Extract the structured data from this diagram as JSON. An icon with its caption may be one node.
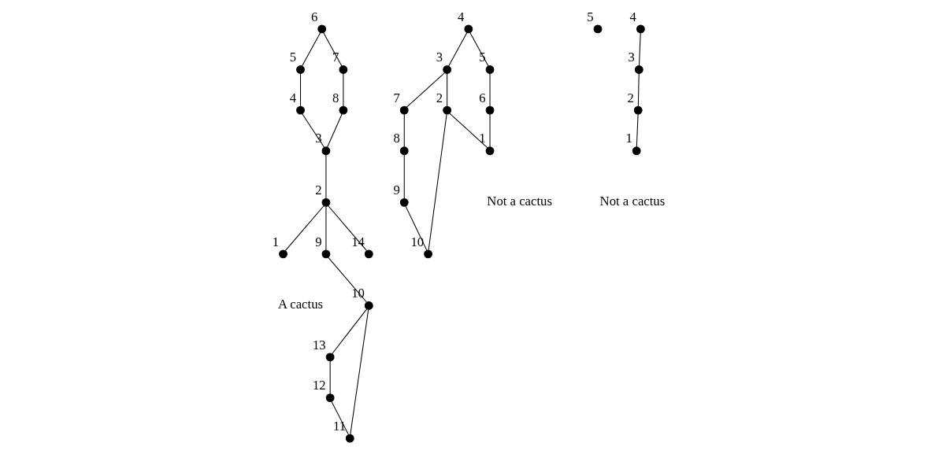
{
  "diagram": {
    "nodes": [
      {
        "text": [],
        "shape": "circle",
        "beside": [
          "1"
        ]
      },
      {
        "text": [],
        "shape": "circle",
        "beside": [
          "2"
        ]
      },
      {
        "text": [],
        "shape": "circle",
        "beside": [
          "3"
        ]
      },
      {
        "text": [],
        "shape": "circle",
        "beside": [
          "4"
        ]
      },
      {
        "text": [],
        "shape": "circle",
        "beside": [
          "5"
        ]
      },
      {
        "text": [],
        "shape": "circle",
        "beside": [
          "6"
        ]
      },
      {
        "text": [],
        "shape": "circle",
        "beside": [
          "7"
        ]
      },
      {
        "text": [],
        "shape": "circle",
        "beside": [
          "8"
        ]
      },
      {
        "text": [],
        "shape": "circle",
        "beside": [
          "9"
        ]
      },
      {
        "text": [],
        "shape": "circle",
        "beside": [
          "10"
        ]
      },
      {
        "text": [],
        "shape": "circle",
        "beside": [
          "11"
        ]
      },
      {
        "text": [],
        "shape": "circle",
        "beside": [
          "12"
        ]
      },
      {
        "text": [],
        "shape": "circle",
        "beside": [
          "13"
        ]
      },
      {
        "text": [],
        "shape": "circle",
        "beside": [
          "14"
        ]
      },
      {
        "text": [],
        "shape": "circle",
        "beside": [
          "1"
        ]
      },
      {
        "text": [],
        "shape": "circle",
        "beside": [
          "2"
        ]
      },
      {
        "text": [],
        "shape": "circle",
        "beside": [
          "3"
        ]
      },
      {
        "text": [],
        "shape": "circle",
        "beside": [
          "4"
        ]
      },
      {
        "text": [],
        "shape": "circle",
        "beside": [
          "5"
        ]
      },
      {
        "text": [],
        "shape": "circle",
        "beside": [
          "6"
        ]
      },
      {
        "text": [],
        "shape": "circle",
        "beside": [
          "7"
        ]
      },
      {
        "text": [],
        "shape": "circle",
        "beside": [
          "8"
        ]
      },
      {
        "text": [],
        "shape": "circle",
        "beside": [
          "9"
        ]
      },
      {
        "text": [],
        "shape": "circle",
        "beside": [
          "10"
        ]
      },
      {
        "text": [],
        "shape": "circle",
        "beside": [
          "1"
        ]
      },
      {
        "text": [],
        "shape": "circle",
        "beside": [
          "2"
        ]
      },
      {
        "text": [],
        "shape": "circle",
        "beside": [
          "3"
        ]
      },
      {
        "text": [],
        "shape": "circle",
        "beside": [
          "4"
        ]
      },
      {
        "text": [],
        "shape": "circle",
        "beside": [
          "5"
        ]
      }
    ],
    "edges": [
      {
        "from": 5,
        "to": 6,
        "arrow": "none"
      },
      {
        "from": 5,
        "to": 4,
        "arrow": "none"
      },
      {
        "from": 6,
        "to": 7,
        "arrow": "none"
      },
      {
        "from": 4,
        "to": 3,
        "arrow": "none"
      },
      {
        "from": 7,
        "to": 2,
        "arrow": "none"
      },
      {
        "from": 3,
        "to": 2,
        "arrow": "none"
      },
      {
        "from": 2,
        "to": 1,
        "arrow": "none"
      },
      {
        "from": 1,
        "to": 0,
        "arrow": "none"
      },
      {
        "from": 1,
        "to": 8,
        "arrow": "none"
      },
      {
        "from": 8,
        "to": 9,
        "arrow": "none"
      },
      {
        "from": 1,
        "to": 13,
        "arrow": "none"
      },
      {
        "from": 9,
        "to": 12,
        "arrow": "none"
      },
      {
        "from": 12,
        "to": 11,
        "arrow": "none"
      },
      {
        "from": 11,
        "to": 10,
        "arrow": "none"
      },
      {
        "from": 10,
        "to": 9,
        "arrow": "none"
      },
      {
        "from": 17,
        "to": 18,
        "arrow": "none"
      },
      {
        "from": 17,
        "to": 16,
        "arrow": "none"
      },
      {
        "from": 16,
        "to": 20,
        "arrow": "none"
      },
      {
        "from": 20,
        "to": 21,
        "arrow": "none"
      },
      {
        "from": 18,
        "to": 19,
        "arrow": "none"
      },
      {
        "from": 16,
        "to": 15,
        "arrow": "none"
      },
      {
        "from": 21,
        "to": 22,
        "arrow": "none"
      },
      {
        "from": 19,
        "to": 14,
        "arrow": "none"
      },
      {
        "from": 15,
        "to": 14,
        "arrow": "none"
      },
      {
        "from": 22,
        "to": 23,
        "arrow": "none"
      },
      {
        "from": 15,
        "to": 23,
        "arrow": "none"
      },
      {
        "from": 27,
        "to": 26,
        "arrow": "none"
      },
      {
        "from": 26,
        "to": 25,
        "arrow": "none"
      },
      {
        "from": 25,
        "to": 24,
        "arrow": "none"
      }
    ],
    "labels": [
      "A cactus",
      "Not a cactus",
      "Not a cactus"
    ]
  }
}
